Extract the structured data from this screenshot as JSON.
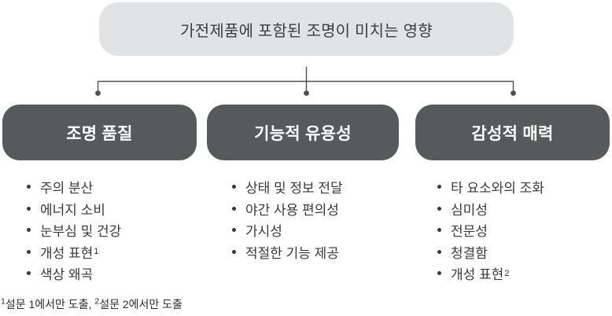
{
  "diagram": {
    "root": {
      "title": "가전제품에 포함된 조명이 미치는 영향"
    },
    "branches": [
      {
        "heading": "조명 품질",
        "items": [
          {
            "text": "주의 분산",
            "sup": ""
          },
          {
            "text": "에너지 소비",
            "sup": ""
          },
          {
            "text": "눈부심 및 건강",
            "sup": ""
          },
          {
            "text": "개성 표현",
            "sup": "1"
          },
          {
            "text": "색상 왜곡",
            "sup": ""
          }
        ]
      },
      {
        "heading": "기능적 유용성",
        "items": [
          {
            "text": "상태 및 정보 전달",
            "sup": ""
          },
          {
            "text": "야간 사용 편의성",
            "sup": ""
          },
          {
            "text": "가시성",
            "sup": ""
          },
          {
            "text": "적절한 기능 제공",
            "sup": ""
          }
        ]
      },
      {
        "heading": "감성적 매력",
        "items": [
          {
            "text": "타 요소와의 조화",
            "sup": ""
          },
          {
            "text": "심미성",
            "sup": ""
          },
          {
            "text": "전문성",
            "sup": ""
          },
          {
            "text": "청결함",
            "sup": ""
          },
          {
            "text": "개성 표현",
            "sup": "2"
          }
        ]
      }
    ],
    "footnote": {
      "sup1": "1",
      "part1": "설문 1에서만 도출, ",
      "sup2": "2",
      "part2": "설문 2에서만 도출"
    },
    "colors": {
      "root_box_bg": "#e2e3e5",
      "root_box_text": "#3d3e40",
      "branch_box_bg": "#58595b",
      "branch_box_text": "#ffffff",
      "connector": "#4e4f51",
      "list_text": "#3a3a3c"
    }
  }
}
